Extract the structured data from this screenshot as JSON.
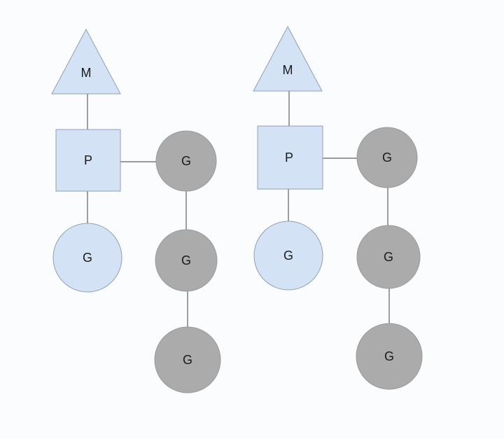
{
  "diagram": {
    "type": "GMP scheduler model",
    "colors": {
      "machine": "#d3e3f5",
      "processor": "#d3e3f5",
      "running_goroutine": "#d3e3f5",
      "queued_goroutine": "#ababab",
      "edge": "#5f5f66",
      "background": "#fbfcfd"
    },
    "clusters": [
      {
        "id": "left",
        "machine": {
          "label": "M",
          "shape": "triangle"
        },
        "processor": {
          "label": "P",
          "shape": "square"
        },
        "running_goroutine": {
          "label": "G",
          "shape": "circle",
          "color": "blue"
        },
        "queued_goroutines": [
          {
            "label": "G",
            "shape": "circle",
            "color": "gray"
          },
          {
            "label": "G",
            "shape": "circle",
            "color": "gray"
          },
          {
            "label": "G",
            "shape": "circle",
            "color": "gray"
          }
        ]
      },
      {
        "id": "right",
        "machine": {
          "label": "M",
          "shape": "triangle"
        },
        "processor": {
          "label": "P",
          "shape": "square"
        },
        "running_goroutine": {
          "label": "G",
          "shape": "circle",
          "color": "blue"
        },
        "queued_goroutines": [
          {
            "label": "G",
            "shape": "circle",
            "color": "gray"
          },
          {
            "label": "G",
            "shape": "circle",
            "color": "gray"
          },
          {
            "label": "G",
            "shape": "circle",
            "color": "gray"
          }
        ]
      }
    ],
    "edges": [
      {
        "from": "M",
        "to": "P"
      },
      {
        "from": "P",
        "to": "running G"
      },
      {
        "from": "P",
        "to": "queued G 1"
      },
      {
        "from": "queued G 1",
        "to": "queued G 2"
      },
      {
        "from": "queued G 2",
        "to": "queued G 3"
      }
    ]
  }
}
